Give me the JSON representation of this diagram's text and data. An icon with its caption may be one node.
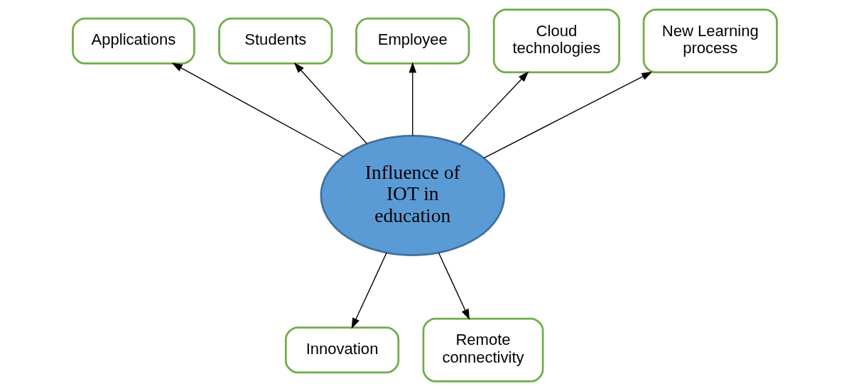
{
  "diagram": {
    "nodes": [
      {
        "text": [
          "Influence of IOT in education"
        ]
      },
      {
        "text": [
          "Applications"
        ]
      },
      {
        "text": [
          "Students"
        ]
      },
      {
        "text": [
          "Employee"
        ]
      },
      {
        "text": [
          "Cloud technologies"
        ]
      },
      {
        "text": [
          "New Learning process"
        ]
      },
      {
        "text": [
          "Innovation"
        ]
      },
      {
        "text": [
          "Remote connectivity"
        ]
      }
    ],
    "edges": [
      {
        "from": 0,
        "to": 1,
        "arrow": "to"
      },
      {
        "from": 0,
        "to": 2,
        "arrow": "to"
      },
      {
        "from": 0,
        "to": 3,
        "arrow": "to"
      },
      {
        "from": 0,
        "to": 4,
        "arrow": "to"
      },
      {
        "from": 0,
        "to": 5,
        "arrow": "to"
      },
      {
        "from": 0,
        "to": 6,
        "arrow": "to"
      },
      {
        "from": 0,
        "to": 7,
        "arrow": "to"
      }
    ]
  }
}
